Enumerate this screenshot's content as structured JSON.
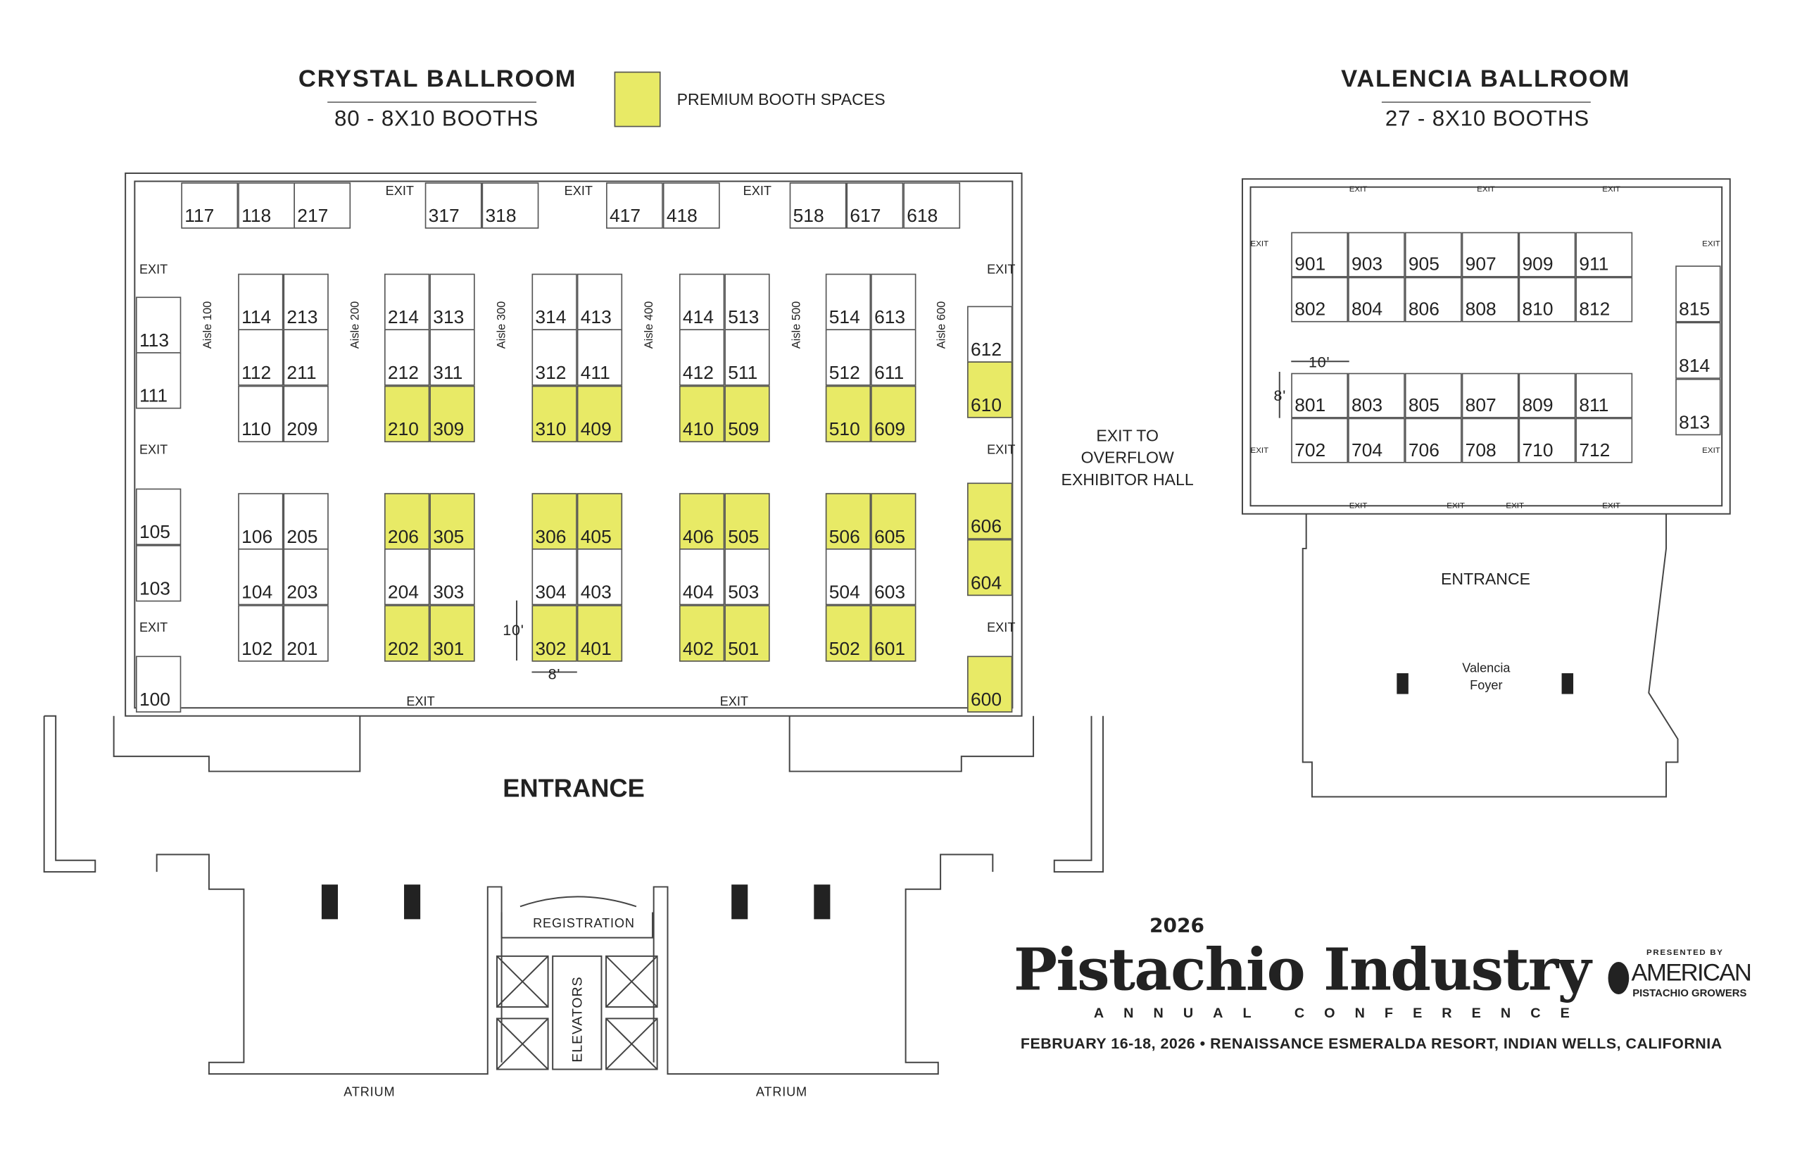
{
  "crystal": {
    "title": "CRYSTAL BALLROOM",
    "subtitle": "80 - 8X10 BOOTHS",
    "entrance": "ENTRANCE",
    "exit": "EXIT",
    "aisles": [
      "Aisle 100",
      "Aisle 200",
      "Aisle 300",
      "Aisle 400",
      "Aisle 500",
      "Aisle 600"
    ],
    "dim_width": "8'",
    "dim_height": "10'"
  },
  "legend": {
    "label": "PREMIUM BOOTH SPACES",
    "color": "#e8ea66"
  },
  "valencia": {
    "title": "VALENCIA BALLROOM",
    "subtitle": "27 - 8X10 BOOTHS",
    "entrance": "ENTRANCE",
    "foyer": "Valencia Foyer",
    "exit": "EXIT",
    "dim_width": "10'",
    "dim_height": "8'"
  },
  "overflow": "EXIT TO OVERFLOW EXHIBITOR HALL",
  "lobby": {
    "registration": "REGISTRATION",
    "elevators": "ELEVATORS",
    "atrium": "ATRIUM"
  },
  "booths": {
    "top": [
      "117",
      "118",
      "217",
      "317",
      "318",
      "417",
      "418",
      "518",
      "617",
      "618"
    ],
    "left": [
      "113",
      "111",
      "105",
      "103",
      "100"
    ],
    "right": [
      {
        "n": "612",
        "p": false
      },
      {
        "n": "610",
        "p": true
      },
      {
        "n": "606",
        "p": true
      },
      {
        "n": "604",
        "p": true
      },
      {
        "n": "600",
        "p": true
      }
    ],
    "islands": [
      [
        [
          "114",
          "213",
          0
        ],
        [
          "112",
          "211",
          0
        ],
        [
          "110",
          "209",
          0
        ],
        [
          "106",
          "205",
          0
        ],
        [
          "104",
          "203",
          0
        ],
        [
          "102",
          "201",
          0
        ]
      ],
      [
        [
          "214",
          "313",
          0
        ],
        [
          "212",
          "311",
          0
        ],
        [
          "210",
          "309",
          1
        ],
        [
          "206",
          "305",
          1
        ],
        [
          "204",
          "303",
          0
        ],
        [
          "202",
          "301",
          1
        ]
      ],
      [
        [
          "314",
          "413",
          0
        ],
        [
          "312",
          "411",
          0
        ],
        [
          "310",
          "409",
          1
        ],
        [
          "306",
          "405",
          1
        ],
        [
          "304",
          "403",
          0
        ],
        [
          "302",
          "401",
          1
        ]
      ],
      [
        [
          "414",
          "513",
          0
        ],
        [
          "412",
          "511",
          0
        ],
        [
          "410",
          "509",
          1
        ],
        [
          "406",
          "505",
          1
        ],
        [
          "404",
          "503",
          0
        ],
        [
          "402",
          "501",
          1
        ]
      ],
      [
        [
          "514",
          "613",
          0
        ],
        [
          "512",
          "611",
          0
        ],
        [
          "510",
          "609",
          1
        ],
        [
          "506",
          "605",
          1
        ],
        [
          "504",
          "603",
          0
        ],
        [
          "502",
          "601",
          1
        ]
      ]
    ],
    "valencia_rows": [
      [
        "901",
        "903",
        "905",
        "907",
        "909",
        "911"
      ],
      [
        "802",
        "804",
        "806",
        "808",
        "810",
        "812"
      ],
      [
        "801",
        "803",
        "805",
        "807",
        "809",
        "811"
      ],
      [
        "702",
        "704",
        "706",
        "708",
        "710",
        "712"
      ]
    ],
    "valencia_side": [
      "815",
      "814",
      "813"
    ]
  },
  "event": {
    "year": "2026",
    "name": "Pistachio Industry",
    "tagline": "ANNUAL CONFERENCE",
    "presented_by": "PRESENTED BY",
    "org_line1": "AMERICAN",
    "org_line2": "PISTACHIO GROWERS",
    "details": "FEBRUARY 16-18, 2026 • RENAISSANCE ESMERALDA RESORT, INDIAN WELLS, CALIFORNIA"
  }
}
